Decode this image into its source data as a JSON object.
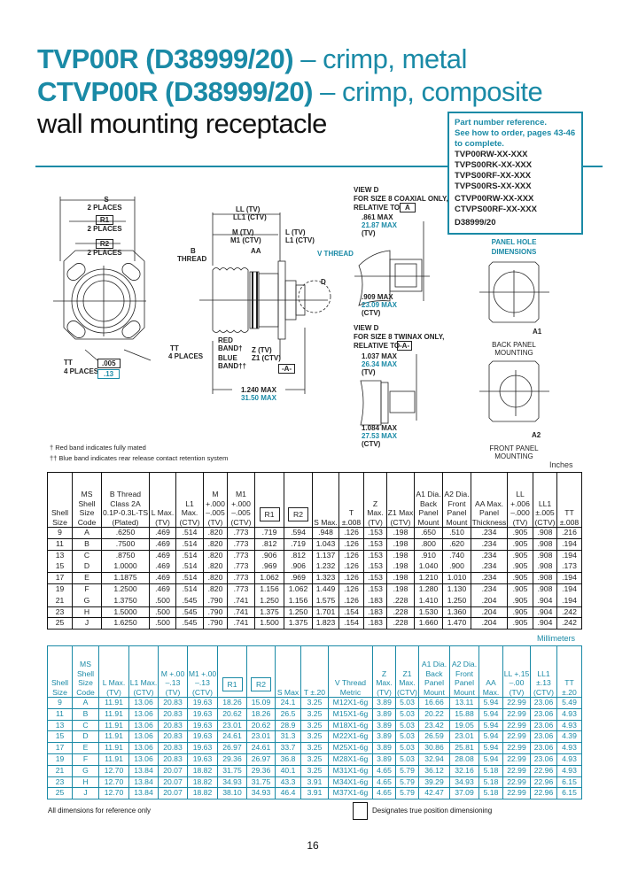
{
  "title": {
    "line1_bold": "TVP00R (D38999/20)",
    "line1_rest": " – crimp, metal",
    "line2_bold": "CTVP00R (D38999/20)",
    "line2_rest": " – crimp, composite",
    "line3": "wall mounting receptacle"
  },
  "part_ref": {
    "heading": [
      "Part number reference.",
      "See how to order, pages 43-46",
      "to complete."
    ],
    "parts": [
      "TVP00RW-XX-XXX",
      "TVPS00RK-XX-XXX",
      "TVPS00RF-XX-XXX",
      "TVPS00RS-XX-XXX"
    ],
    "parts2": [
      "CTVP00RW-XX-XXX",
      "CTVPS00RF-XX-XXX"
    ],
    "spec": "D38999/20"
  },
  "diagram": {
    "front": {
      "s": "S",
      "s_places": "2 PLACES",
      "r1": "R1",
      "r1_places": "2 PLACES",
      "r2": "R2",
      "r2_places": "2 PLACES",
      "tt_left": "TT",
      "tt_left_places": "4 PLACES",
      "tt_right": "TT",
      "tt_right_places": "4 PLACES",
      "tol_in": ".005",
      "tol_mm": ".13"
    },
    "side": {
      "ll": "LL (TV)",
      "ll1": "LL1 (CTV)",
      "m": "M (TV)",
      "m1": "M1 (CTV)",
      "l": "L (TV)",
      "l1": "L1 (CTV)",
      "aa": "AA",
      "b_thread": "B",
      "b_thread2": "THREAD",
      "v_thread": "V THREAD",
      "d": "D",
      "red_band": "RED",
      "red_band2": "BAND†",
      "blue_band": "BLUE",
      "blue_band2": "BAND††",
      "z": "Z (TV)",
      "z1": "Z1 (CTV)",
      "datum": "-A-",
      "overall_in": "1.240 MAX",
      "overall_mm": "31.50 MAX"
    },
    "view_coax": {
      "title": "VIEW D",
      "sub": "FOR SIZE 8 COAXIAL ONLY,",
      "rel": "RELATIVE TO",
      "datum": "A",
      "tv_in": ".861 MAX",
      "tv_mm": "21.87 MAX",
      "tv": "(TV)",
      "ctv_in": ".909 MAX",
      "ctv_mm": "23.09 MAX",
      "ctv": "(CTV)"
    },
    "view_twinax": {
      "title": "VIEW D",
      "sub": "FOR SIZE 8 TWINAX ONLY,",
      "rel": "RELATIVE TO",
      "datum": "-A-",
      "tv_in": "1.037 MAX",
      "tv_mm": "26.34 MAX",
      "tv": "(TV)",
      "ctv_in": "1.084 MAX",
      "ctv_mm": "27.53 MAX",
      "ctv": "(CTV)"
    },
    "panel": {
      "title1": "PANEL HOLE",
      "title2": "DIMENSIONS",
      "a1": "A1",
      "back1": "BACK PANEL",
      "back2": "MOUNTING",
      "a2": "A2",
      "front1": "FRONT PANEL",
      "front2": "MOUNTING"
    }
  },
  "notes": {
    "red": "† Red band indicates fully mated",
    "blue": "†† Blue band indicates rear release contact retention system",
    "all_dims": "All dimensions for reference only",
    "true_pos": "Designates true position dimensioning"
  },
  "inches": {
    "unit": "Inches",
    "headers": [
      "Shell Size",
      "MS Shell Size Code",
      "B Thread Class 2A 0.1P-0.3L-TS (Plated)",
      "L Max. (TV)",
      "L1 Max. (CTV)",
      "M +.000 –.005 (TV)",
      "M1 +.000 –.005 (CTV)",
      "R1",
      "R2",
      "S Max.",
      "T ±.008",
      "Z Max. (TV)",
      "Z1 Max (CTV)",
      "A1 Dia. Back Panel Mount",
      "A2 Dia. Front Panel Mount",
      "AA Max. Panel Thickness",
      "LL +.006 –.000 (TV)",
      "LL1 ±.005 (CTV)",
      "TT ±.008"
    ],
    "rows": [
      [
        "9",
        "A",
        ".6250",
        ".469",
        ".514",
        ".820",
        ".773",
        ".719",
        ".594",
        ".948",
        ".126",
        ".153",
        ".198",
        ".650",
        ".510",
        ".234",
        ".905",
        ".908",
        ".216"
      ],
      [
        "11",
        "B",
        ".7500",
        ".469",
        ".514",
        ".820",
        ".773",
        ".812",
        ".719",
        "1.043",
        ".126",
        ".153",
        ".198",
        ".800",
        ".620",
        ".234",
        ".905",
        ".908",
        ".194"
      ],
      [
        "13",
        "C",
        ".8750",
        ".469",
        ".514",
        ".820",
        ".773",
        ".906",
        ".812",
        "1.137",
        ".126",
        ".153",
        ".198",
        ".910",
        ".740",
        ".234",
        ".905",
        ".908",
        ".194"
      ],
      [
        "15",
        "D",
        "1.0000",
        ".469",
        ".514",
        ".820",
        ".773",
        ".969",
        ".906",
        "1.232",
        ".126",
        ".153",
        ".198",
        "1.040",
        ".900",
        ".234",
        ".905",
        ".908",
        ".173"
      ],
      [
        "17",
        "E",
        "1.1875",
        ".469",
        ".514",
        ".820",
        ".773",
        "1.062",
        ".969",
        "1.323",
        ".126",
        ".153",
        ".198",
        "1.210",
        "1.010",
        ".234",
        ".905",
        ".908",
        ".194"
      ],
      [
        "19",
        "F",
        "1.2500",
        ".469",
        ".514",
        ".820",
        ".773",
        "1.156",
        "1.062",
        "1.449",
        ".126",
        ".153",
        ".198",
        "1.280",
        "1.130",
        ".234",
        ".905",
        ".908",
        ".194"
      ],
      [
        "21",
        "G",
        "1.3750",
        ".500",
        ".545",
        ".790",
        ".741",
        "1.250",
        "1.156",
        "1.575",
        ".126",
        ".183",
        ".228",
        "1.410",
        "1.250",
        ".204",
        ".905",
        ".904",
        ".194"
      ],
      [
        "23",
        "H",
        "1.5000",
        ".500",
        ".545",
        ".790",
        ".741",
        "1.375",
        "1.250",
        "1.701",
        ".154",
        ".183",
        ".228",
        "1.530",
        "1.360",
        ".204",
        ".905",
        ".904",
        ".242"
      ],
      [
        "25",
        "J",
        "1.6250",
        ".500",
        ".545",
        ".790",
        ".741",
        "1.500",
        "1.375",
        "1.823",
        ".154",
        ".183",
        ".228",
        "1.660",
        "1.470",
        ".204",
        ".905",
        ".904",
        ".242"
      ]
    ]
  },
  "millimeters": {
    "unit": "Millimeters",
    "headers": [
      "Shell Size",
      "MS Shell Size Code",
      "L Max. (TV)",
      "L1 Max. (CTV)",
      "M +.00 –.13 (TV)",
      "M1 +.00 –.13 (CTV)",
      "R1",
      "R2",
      "S Max",
      "T ±.20",
      "V Thread Metric",
      "Z Max. (TV)",
      "Z1 Max. (CTV)",
      "A1 Dia. Back Panel Mount",
      "A2 Dia. Front Panel Mount",
      "AA Max.",
      "LL +.15 –.00 (TV)",
      "LL1 ±.13 (CTV)",
      "TT ±.20"
    ],
    "rows": [
      [
        "9",
        "A",
        "11.91",
        "13.06",
        "20.83",
        "19.63",
        "18.26",
        "15.09",
        "24.1",
        "3.25",
        "M12X1-6g",
        "3.89",
        "5.03",
        "16.66",
        "13.11",
        "5.94",
        "22.99",
        "23.06",
        "5.49"
      ],
      [
        "11",
        "B",
        "11.91",
        "13.06",
        "20.83",
        "19.63",
        "20.62",
        "18.26",
        "26.5",
        "3.25",
        "M15X1-6g",
        "3.89",
        "5.03",
        "20.22",
        "15.88",
        "5.94",
        "22.99",
        "23.06",
        "4.93"
      ],
      [
        "13",
        "C",
        "11.91",
        "13.06",
        "20.83",
        "19.63",
        "23.01",
        "20.62",
        "28.9",
        "3.25",
        "M18X1-6g",
        "3.89",
        "5.03",
        "23.42",
        "19.05",
        "5.94",
        "22.99",
        "23.06",
        "4.93"
      ],
      [
        "15",
        "D",
        "11.91",
        "13.06",
        "20.83",
        "19.63",
        "24.61",
        "23.01",
        "31.3",
        "3.25",
        "M22X1-6g",
        "3.89",
        "5.03",
        "26.59",
        "23.01",
        "5.94",
        "22.99",
        "23.06",
        "4.39"
      ],
      [
        "17",
        "E",
        "11.91",
        "13.06",
        "20.83",
        "19.63",
        "26.97",
        "24.61",
        "33.7",
        "3.25",
        "M25X1-6g",
        "3.89",
        "5.03",
        "30.86",
        "25.81",
        "5.94",
        "22.99",
        "23.06",
        "4.93"
      ],
      [
        "19",
        "F",
        "11.91",
        "13.06",
        "20.83",
        "19.63",
        "29.36",
        "26.97",
        "36.8",
        "3.25",
        "M28X1-6g",
        "3.89",
        "5.03",
        "32.94",
        "28.08",
        "5.94",
        "22.99",
        "23.06",
        "4.93"
      ],
      [
        "21",
        "G",
        "12.70",
        "13.84",
        "20.07",
        "18.82",
        "31.75",
        "29.36",
        "40.1",
        "3.25",
        "M31X1-6g",
        "4.65",
        "5.79",
        "36.12",
        "32.16",
        "5.18",
        "22.99",
        "22.96",
        "4.93"
      ],
      [
        "23",
        "H",
        "12.70",
        "13.84",
        "20.07",
        "18.82",
        "34.93",
        "31.75",
        "43.3",
        "3.91",
        "M34X1-6g",
        "4.65",
        "5.79",
        "39.29",
        "34.93",
        "5.18",
        "22.99",
        "22.96",
        "6.15"
      ],
      [
        "25",
        "J",
        "12.70",
        "13.84",
        "20.07",
        "18.82",
        "38.10",
        "34.93",
        "46.4",
        "3.91",
        "M37X1-6g",
        "4.65",
        "5.79",
        "42.47",
        "37.09",
        "5.18",
        "22.99",
        "22.96",
        "6.15"
      ]
    ]
  },
  "page_number": "16",
  "colors": {
    "accent": "#1a8aa6",
    "text": "#111111"
  }
}
